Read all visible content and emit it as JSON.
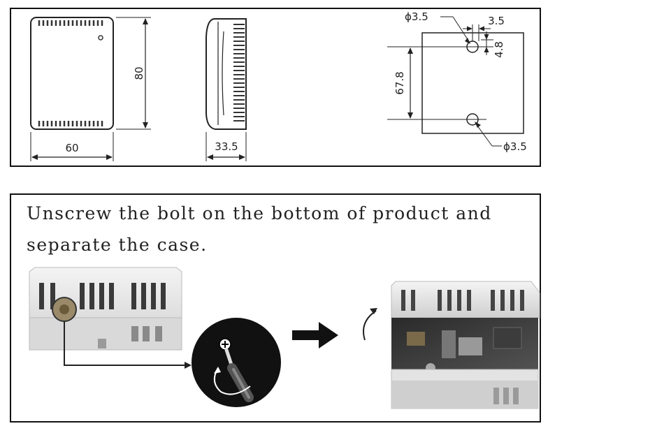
{
  "dimensions": {
    "front_width": "60",
    "front_height": "80",
    "side_depth": "33.5",
    "hole_diameter_top": "ϕ3.5",
    "hole_offset_x": "3.5",
    "hole_offset_y": "4.8",
    "hole_spacing": "67.8",
    "hole_diameter_bottom": "ϕ3.5"
  },
  "instruction": {
    "text": "Unscrew the bolt on the bottom of product and separate the case."
  },
  "icons": {
    "arrow": "right-arrow-icon",
    "rotate": "rotate-arrow-icon",
    "screwdriver": "screwdriver-icon"
  }
}
